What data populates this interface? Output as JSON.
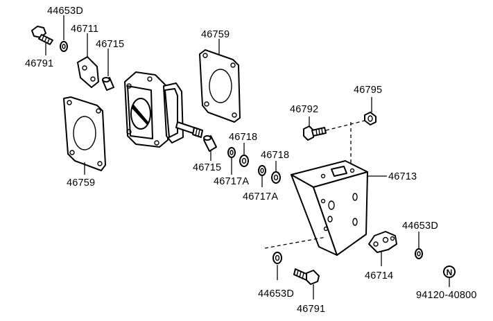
{
  "labels": {
    "p44653d_top": "44653D",
    "p46711": "46711",
    "p46791_top": "46791",
    "p46715_top": "46715",
    "p46759_top": "46759",
    "p46759_left": "46759",
    "p46795": "46795",
    "p46792": "46792",
    "p46718_a": "46718",
    "p46718_b": "46718",
    "p46715_mid": "46715",
    "p46717a_a": "46717A",
    "p46717a_b": "46717A",
    "p46713": "46713",
    "p44653d_right": "44653D",
    "p46714": "46714",
    "p44653d_bottom": "44653D",
    "p46791_bottom": "46791",
    "p94120": "94120-40800",
    "n_symbol": "N"
  }
}
